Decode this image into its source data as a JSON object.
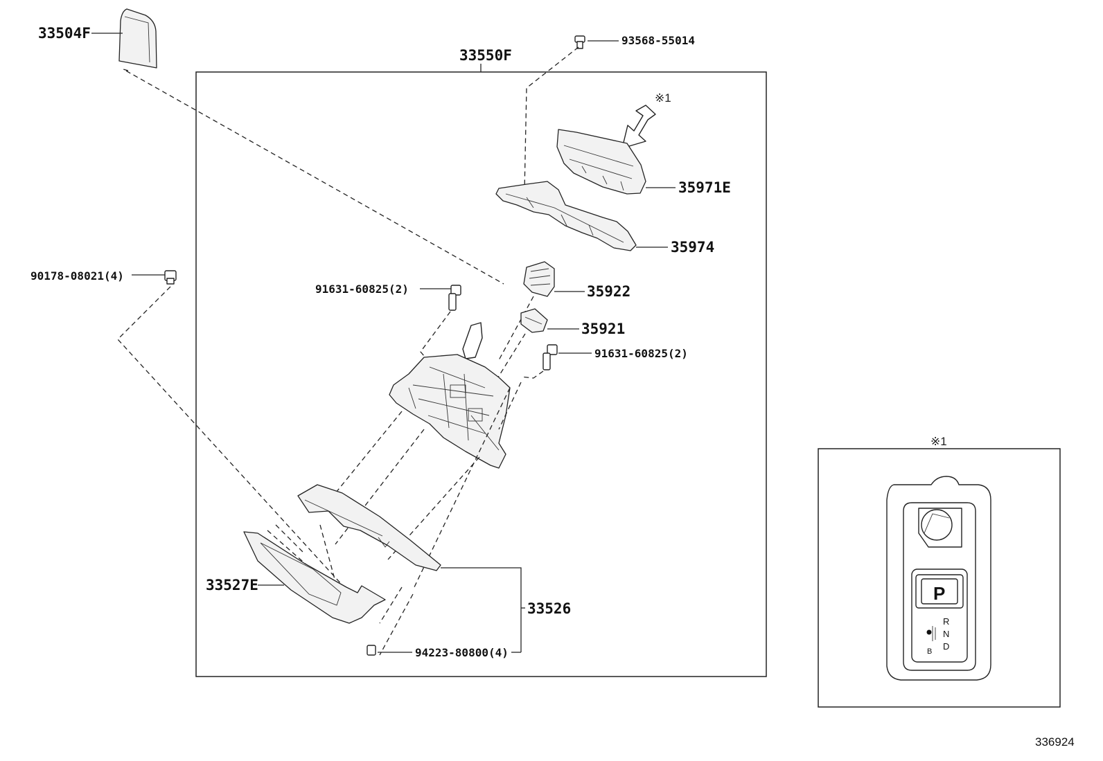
{
  "assembly_label": "33550F",
  "labels": {
    "p33504F": "33504F",
    "p93568": "93568-55014",
    "p35971E": "35971E",
    "p35974": "35974",
    "p90178": "90178-08021(4)",
    "p91631a": "91631-60825(2)",
    "p35922": "35922",
    "p35921": "35921",
    "p91631b": "91631-60825(2)",
    "p33527E": "33527E",
    "p33526": "33526",
    "p94223": "94223-80800(4)"
  },
  "note_mark": "※1",
  "inset": {
    "title": "※1",
    "gear_p": "P",
    "gear_r": "R",
    "gear_n": "N",
    "gear_d": "D",
    "gear_b": "B"
  },
  "diagram_id": "336924"
}
